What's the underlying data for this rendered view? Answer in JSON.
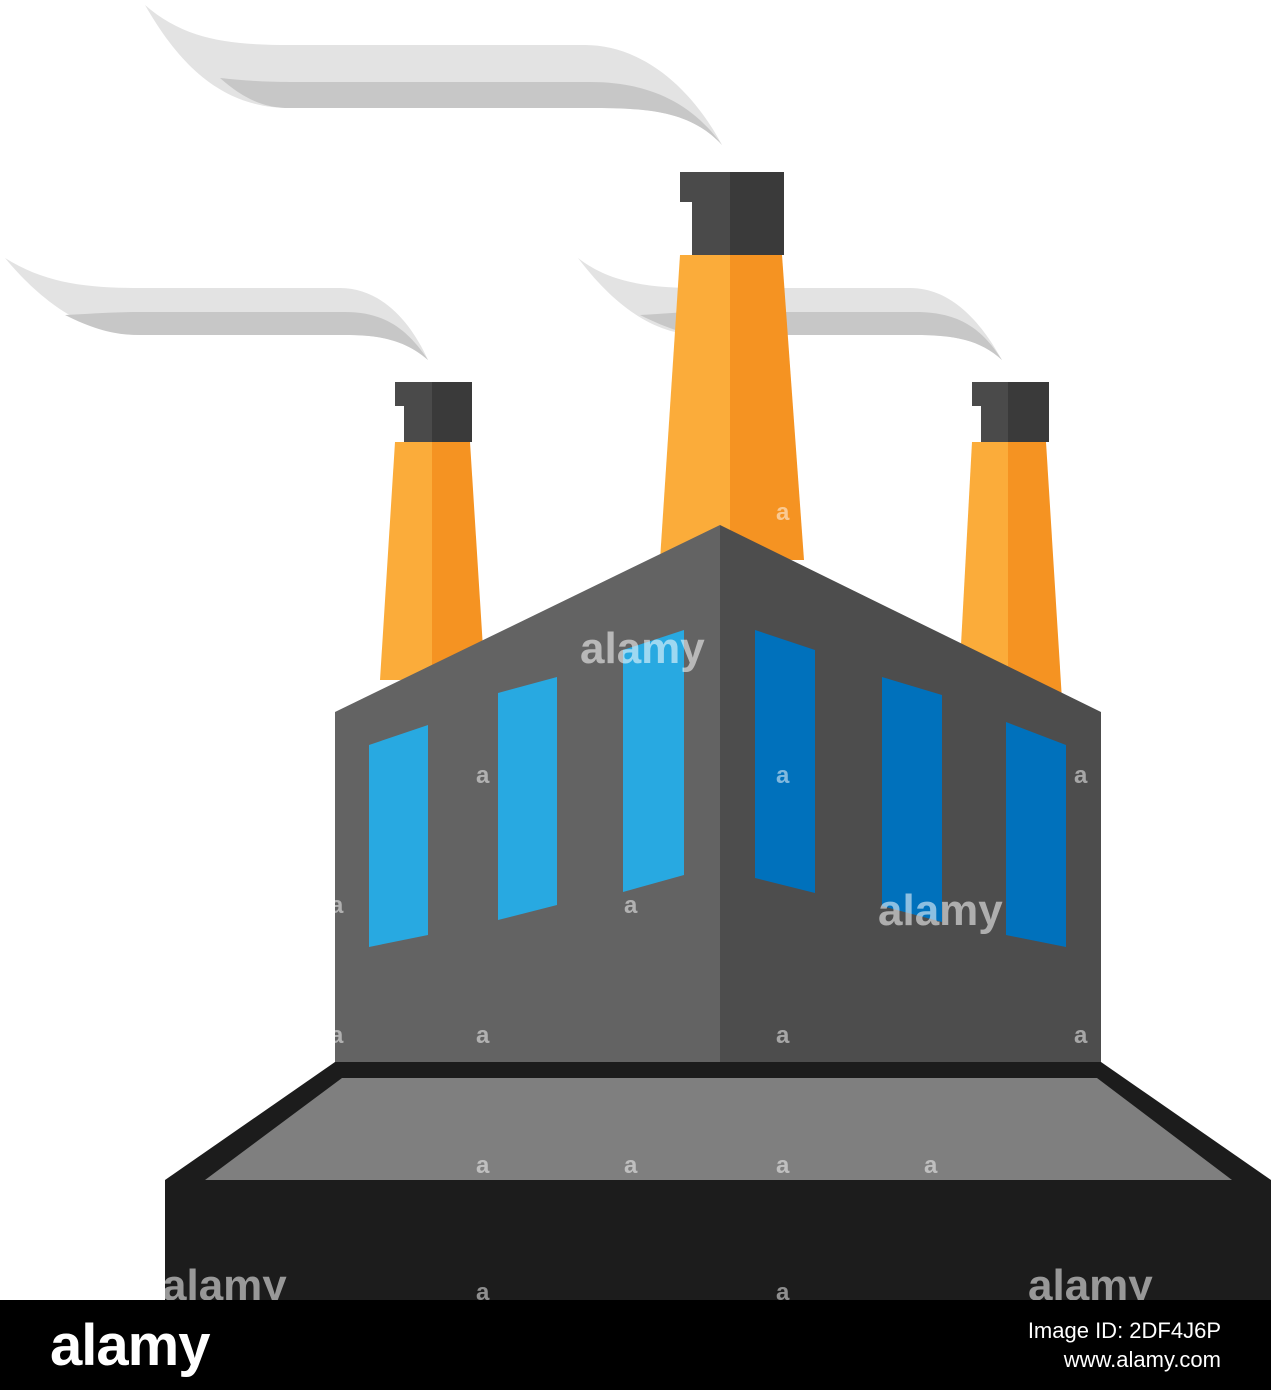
{
  "watermark": {
    "brand": "alamy",
    "glyph": "a"
  },
  "footer": {
    "logo": "alamy",
    "image_id": "Image ID: 2DF4J6P",
    "site": "www.alamy.com"
  },
  "colors": {
    "smoke_light": "#e3e3e3",
    "smoke_dark": "#c7c7c7",
    "chimney_light": "#fbac3a",
    "chimney_dark": "#f59322",
    "chimney_cap": "#4a4a4a",
    "chimney_cap_dark": "#3a3a3a",
    "wall_left": "#636363",
    "wall_right": "#4d4d4d",
    "window_light": "#28a9e1",
    "window_dark": "#0071bc",
    "platform_top": "#7f7f7f",
    "platform_base": "#1c1c1c"
  }
}
